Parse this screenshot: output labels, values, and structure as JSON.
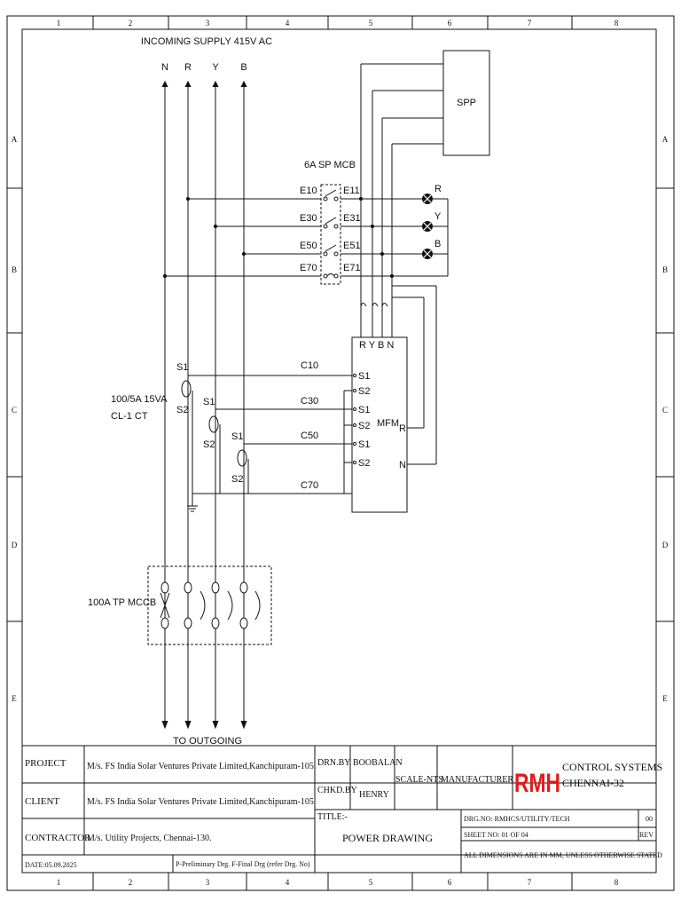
{
  "frame": {
    "col_labels": [
      "1",
      "2",
      "3",
      "4",
      "5",
      "6",
      "7",
      "8"
    ],
    "row_labels": [
      "A",
      "B",
      "C",
      "D",
      "E"
    ]
  },
  "diagram": {
    "supply_label": "INCOMING SUPPLY 415V AC",
    "phases": [
      "N",
      "R",
      "Y",
      "B"
    ],
    "spp_label": "SPP",
    "mcb_label": "6A SP MCB",
    "mcb_terminals_left": [
      "E10",
      "E30",
      "E50",
      "E70"
    ],
    "mcb_terminals_right": [
      "E11",
      "E31",
      "E51",
      "E71"
    ],
    "lamp_labels": [
      "R",
      "Y",
      "B"
    ],
    "mfm_label": "MFM",
    "mfm_top_terminals": "R Y B N",
    "mfm_inputs": [
      "S1",
      "S2",
      "S1",
      "S2",
      "S1",
      "S2"
    ],
    "mfm_side": [
      "R",
      "N"
    ],
    "ct_label_1": "100/5A 15VA",
    "ct_label_2": "CL-1 CT",
    "ct_terminals": [
      "S1",
      "S2",
      "S1",
      "S2",
      "S1",
      "S2"
    ],
    "wire_labels": [
      "C10",
      "C30",
      "C50",
      "C70"
    ],
    "mccb_label": "100A TP MCCB",
    "outgoing_label": "TO OUTGOING"
  },
  "title_block": {
    "project_label": "PROJECT",
    "project_value": "M/s. FS India Solar Ventures Private Limited,Kanchipuram-105.",
    "client_label": "CLIENT",
    "client_value": "M/s. FS India Solar Ventures Private Limited,Kanchipuram-105.",
    "contractor_label": "CONTRACTOR",
    "contractor_value": "M/s. Utility Projects, Chennai-130.",
    "date": "DATE:05.09.2025",
    "stage_note": "P-Preliminary Drg. F-Final Drg (refer Drg. No)",
    "drn_label": "DRN.BY",
    "drn_value": "BOOBALAN",
    "chkd_label": "CHKD.BY",
    "chkd_value": "HENRY",
    "scale": "SCALE-NTS",
    "manufacturer": "MANUFACTURER",
    "logo": "RMH",
    "company_line1": "CONTROL SYSTEMS",
    "company_line2": "CHENNAI-32",
    "title_label": "TITLE:-",
    "title_value": "POWER DRAWING",
    "drg_no": "DRG.NO:  RMHCS/UTILITY/TECH",
    "rev_value": "00",
    "sheet_no": "SHEET NO: 01 OF 04",
    "rev_label": "REV",
    "dim_note": "ALL DIMENSIONS ARE IN MM, UNLESS OTHERWISE STATED"
  },
  "colors": {
    "logo": "#e11b1b",
    "line": "#111111"
  }
}
